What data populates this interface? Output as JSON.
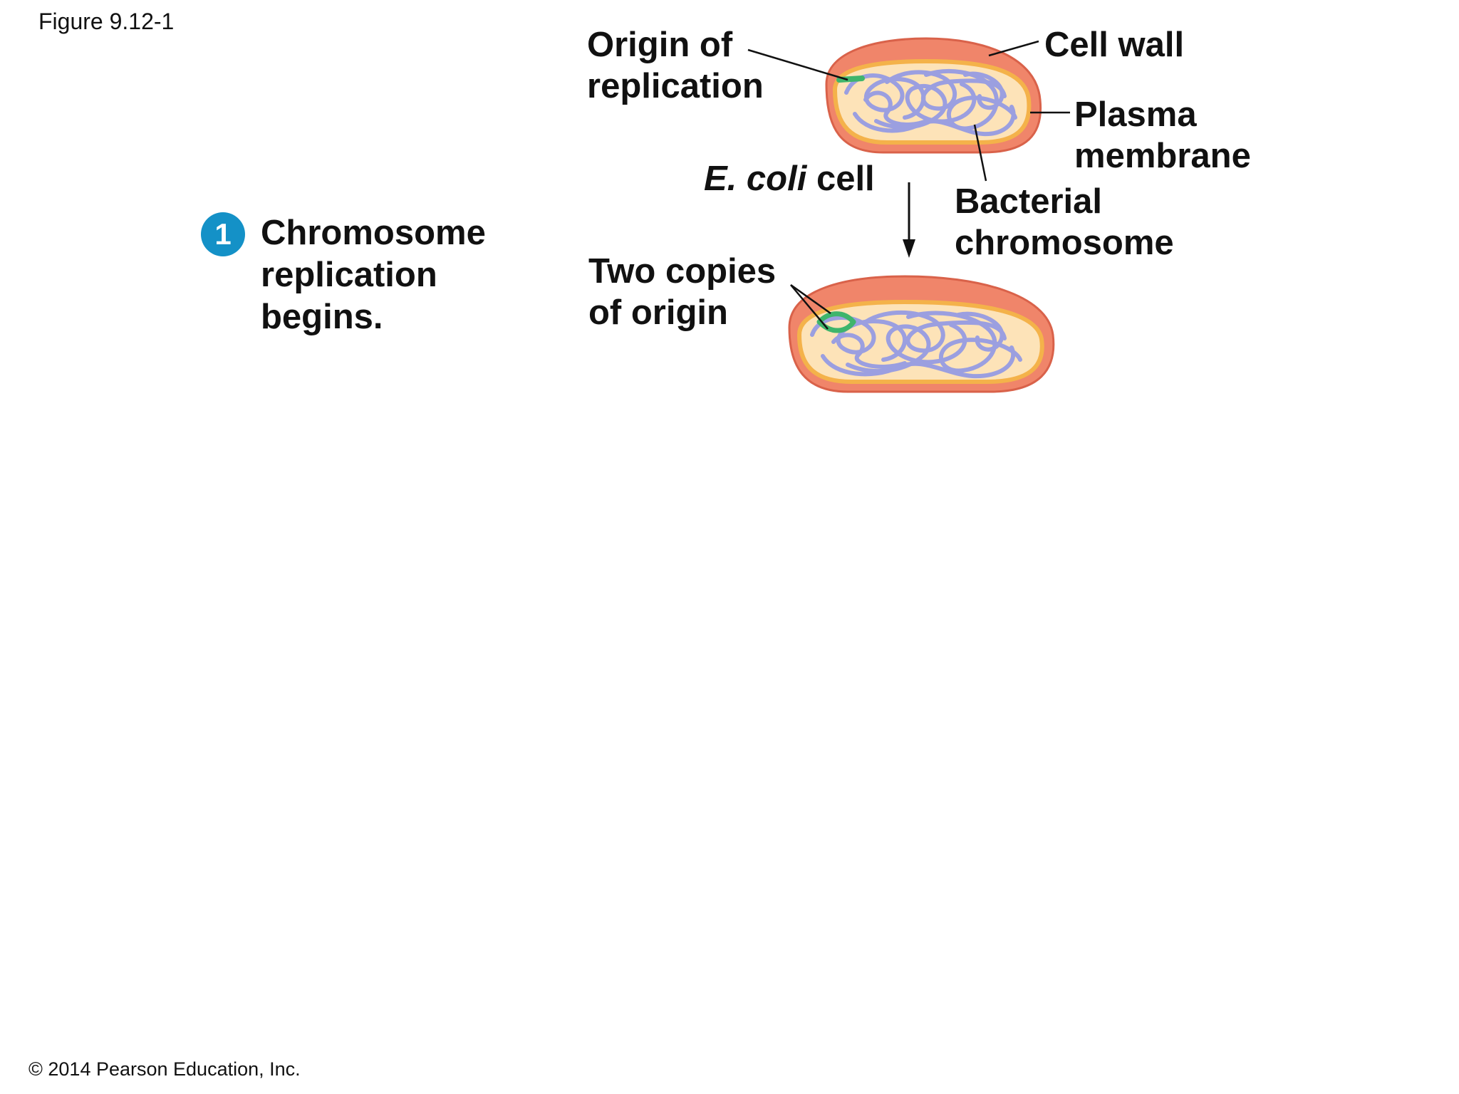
{
  "figure": {
    "number": "Figure 9.12-1",
    "copyright": "© 2014 Pearson Education, Inc."
  },
  "step": {
    "badge": "1",
    "text_lines": [
      "Chromosome",
      "replication",
      "begins."
    ]
  },
  "labels": {
    "origin_of_replication": [
      "Origin of",
      "replication"
    ],
    "cell_wall": [
      "Cell wall"
    ],
    "plasma_membrane": [
      "Plasma",
      "membrane"
    ],
    "ecoli_species": "E. coli",
    "ecoli_suffix": " cell",
    "bacterial_chromosome": [
      "Bacterial",
      "chromosome"
    ],
    "two_copies_of_origin": [
      "Two copies",
      "of origin"
    ]
  },
  "colors": {
    "cell_wall": "#f0856a",
    "cell_wall_outline": "#d9624a",
    "membrane": "#f4b24a",
    "cytoplasm": "#fde3b8",
    "chromosome": "#9b9fe0",
    "chromosome_edge": "#7b7fc4",
    "origin": "#3fb56c",
    "step_badge": "#1491c7"
  }
}
